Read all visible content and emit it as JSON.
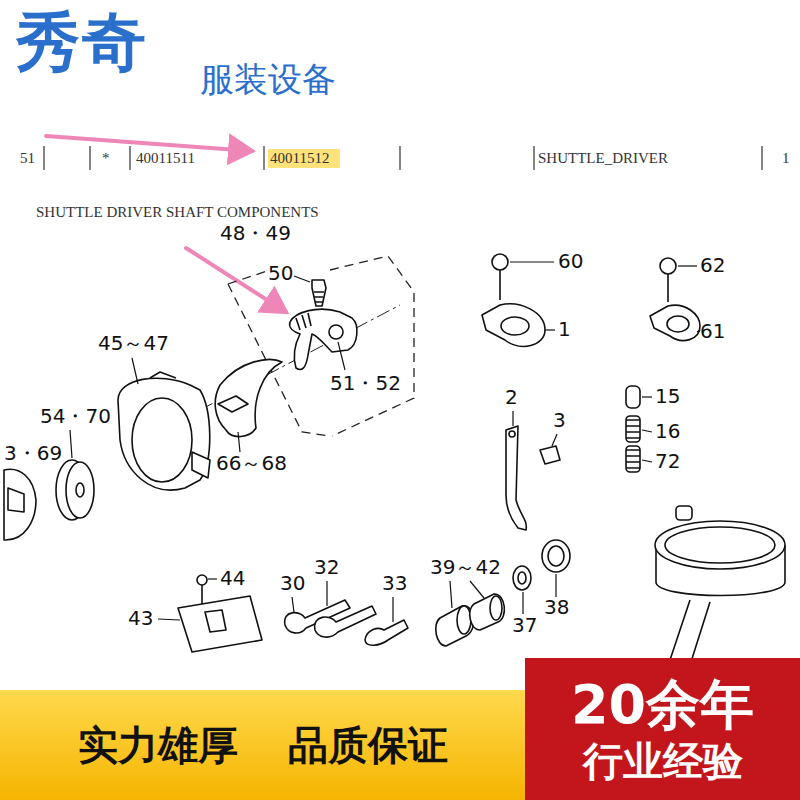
{
  "diagram": {
    "title": "秀奇",
    "nodes": [
      {
        "text": [
          "实力雄厚",
          "品质保证"
        ]
      },
      {
        "text": [
          "20余年",
          "行业经验"
        ]
      }
    ],
    "labels": [
      "服装设备",
      "51",
      "*",
      "40011511",
      "40011512",
      "SHUTTLE_DRIVER",
      "1",
      "SHUTTLE DRIVER SHAFT COMPONENTS",
      "48・49",
      "50",
      "51・52",
      "45～47",
      "54・70",
      "3・69",
      "66～68",
      "60",
      "1",
      "62",
      "61",
      "2",
      "3",
      "15",
      "16",
      "72",
      "44",
      "43",
      "30",
      "32",
      "33",
      "39～42",
      "37",
      "38"
    ]
  }
}
